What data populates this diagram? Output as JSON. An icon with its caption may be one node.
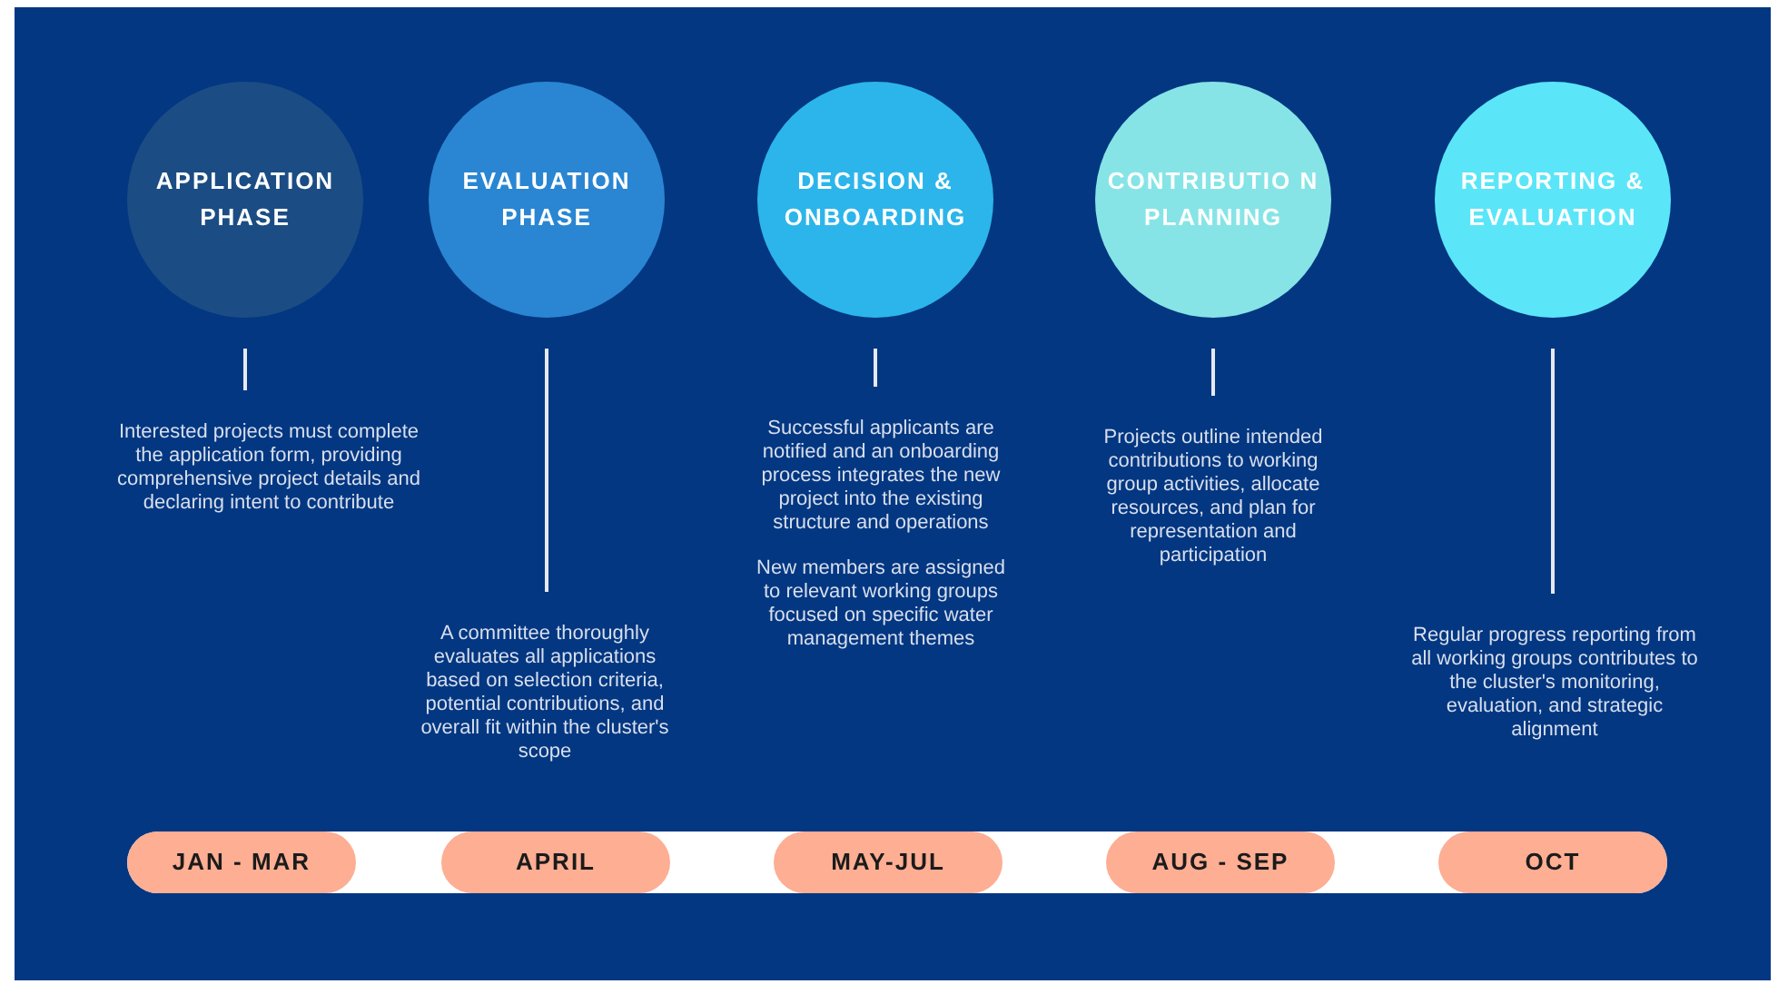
{
  "diagram": {
    "nodes": [
      {
        "text": [
          "APPLICATION PHASE"
        ]
      },
      {
        "text": [
          "EVALUATION PHASE"
        ]
      },
      {
        "text": [
          "DECISION & ONBOARDING"
        ]
      },
      {
        "text": [
          "CONTRIBUTIO N PLANNING"
        ]
      },
      {
        "text": [
          "REPORTING & EVALUATION"
        ]
      },
      {
        "text": [
          "Interested projects must complete the application form, providing comprehensive project details and declaring intent to contribute"
        ]
      },
      {
        "text": [
          "A committee thoroughly evaluates all applications based on selection criteria, potential contributions, and overall fit within the cluster's scope"
        ]
      },
      {
        "text": [
          "Successful applicants are notified and an onboarding process integrates the new project into the existing structure and operations",
          "New members are assigned to relevant working groups focused on specific water management themes"
        ]
      },
      {
        "text": [
          "Projects outline intended contributions to working group activities, allocate resources, and plan for representation and participation"
        ]
      },
      {
        "text": [
          "Regular progress reporting from all working groups contributes to the cluster's monitoring, evaluation, and strategic alignment"
        ]
      },
      {
        "text": [
          "JAN - MAR"
        ]
      },
      {
        "text": [
          "APRIL"
        ]
      },
      {
        "text": [
          "MAY-JUL"
        ]
      },
      {
        "text": [
          "AUG - SEP"
        ]
      },
      {
        "text": [
          "OCT"
        ]
      }
    ],
    "edges": [
      {
        "from": 0,
        "to": 5,
        "arrow": "none"
      },
      {
        "from": 1,
        "to": 6,
        "arrow": "none"
      },
      {
        "from": 2,
        "to": 7,
        "arrow": "none"
      },
      {
        "from": 3,
        "to": 8,
        "arrow": "none"
      },
      {
        "from": 4,
        "to": 9,
        "arrow": "none"
      }
    ]
  }
}
